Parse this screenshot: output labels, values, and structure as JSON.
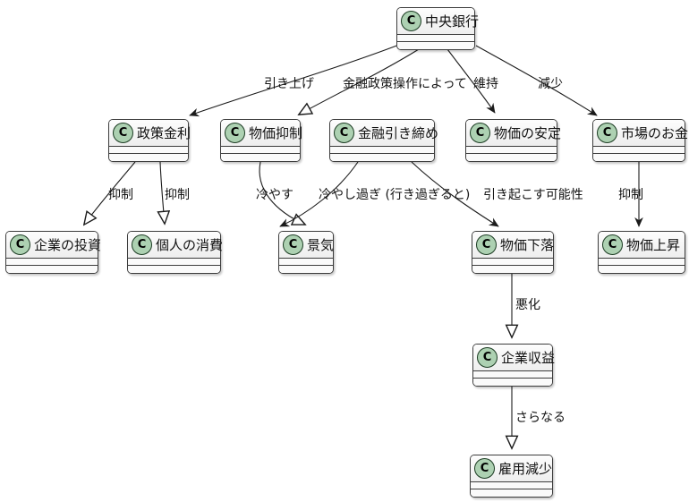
{
  "diagram": {
    "type": "uml-class-diagram",
    "language": "ja",
    "class_letter": "C",
    "colors": {
      "node_background": "#f6f6f6",
      "node_border": "#3c3c3c",
      "class_circle_fill": "#ADD1B2",
      "class_circle_border": "#1b3b22",
      "edge_color": "#1b1b1b",
      "text_color": "#121212",
      "canvas_background": "#ffffff"
    },
    "nodes": {
      "central_bank": {
        "label": "中央銀行"
      },
      "policy_rate": {
        "label": "政策金利"
      },
      "price_suppression": {
        "label": "物価抑制"
      },
      "monetary_tightening": {
        "label": "金融引き締め"
      },
      "price_stability": {
        "label": "物価の安定"
      },
      "market_money": {
        "label": "市場のお金"
      },
      "corporate_investment": {
        "label": "企業の投資"
      },
      "personal_consumption": {
        "label": "個人の消費"
      },
      "economy": {
        "label": "景気"
      },
      "price_decline": {
        "label": "物価下落"
      },
      "price_rise": {
        "label": "物価上昇"
      },
      "corporate_earnings": {
        "label": "企業収益"
      },
      "employment_decline": {
        "label": "雇用減少"
      }
    },
    "edges": [
      {
        "from": "中央銀行",
        "to": "政策金利",
        "label": "引き上げ",
        "arrow": "vee"
      },
      {
        "from": "中央銀行",
        "to": "物価抑制",
        "label": "金融政策操作によって",
        "arrow": "hollow-triangle"
      },
      {
        "from": "中央銀行",
        "to": "物価の安定",
        "label": "維持",
        "arrow": "vee"
      },
      {
        "from": "中央銀行",
        "to": "市場のお金",
        "label": "減少",
        "arrow": "vee"
      },
      {
        "from": "政策金利",
        "to": "企業の投資",
        "label": "抑制",
        "arrow": "hollow-triangle"
      },
      {
        "from": "政策金利",
        "to": "個人の消費",
        "label": "抑制",
        "arrow": "hollow-triangle"
      },
      {
        "from": "物価抑制",
        "to": "景気",
        "label": "冷やす",
        "arrow": "hollow-triangle"
      },
      {
        "from": "金融引き締め",
        "to": "景気",
        "label": "冷やし過ぎ (行き過ぎると)",
        "arrow": "vee"
      },
      {
        "from": "金融引き締め",
        "to": "物価下落",
        "label": "引き起こす可能性",
        "arrow": "vee"
      },
      {
        "from": "市場のお金",
        "to": "物価上昇",
        "label": "抑制",
        "arrow": "vee"
      },
      {
        "from": "物価下落",
        "to": "企業収益",
        "label": "悪化",
        "arrow": "hollow-triangle"
      },
      {
        "from": "企業収益",
        "to": "雇用減少",
        "label": "さらなる",
        "arrow": "hollow-triangle"
      }
    ]
  }
}
